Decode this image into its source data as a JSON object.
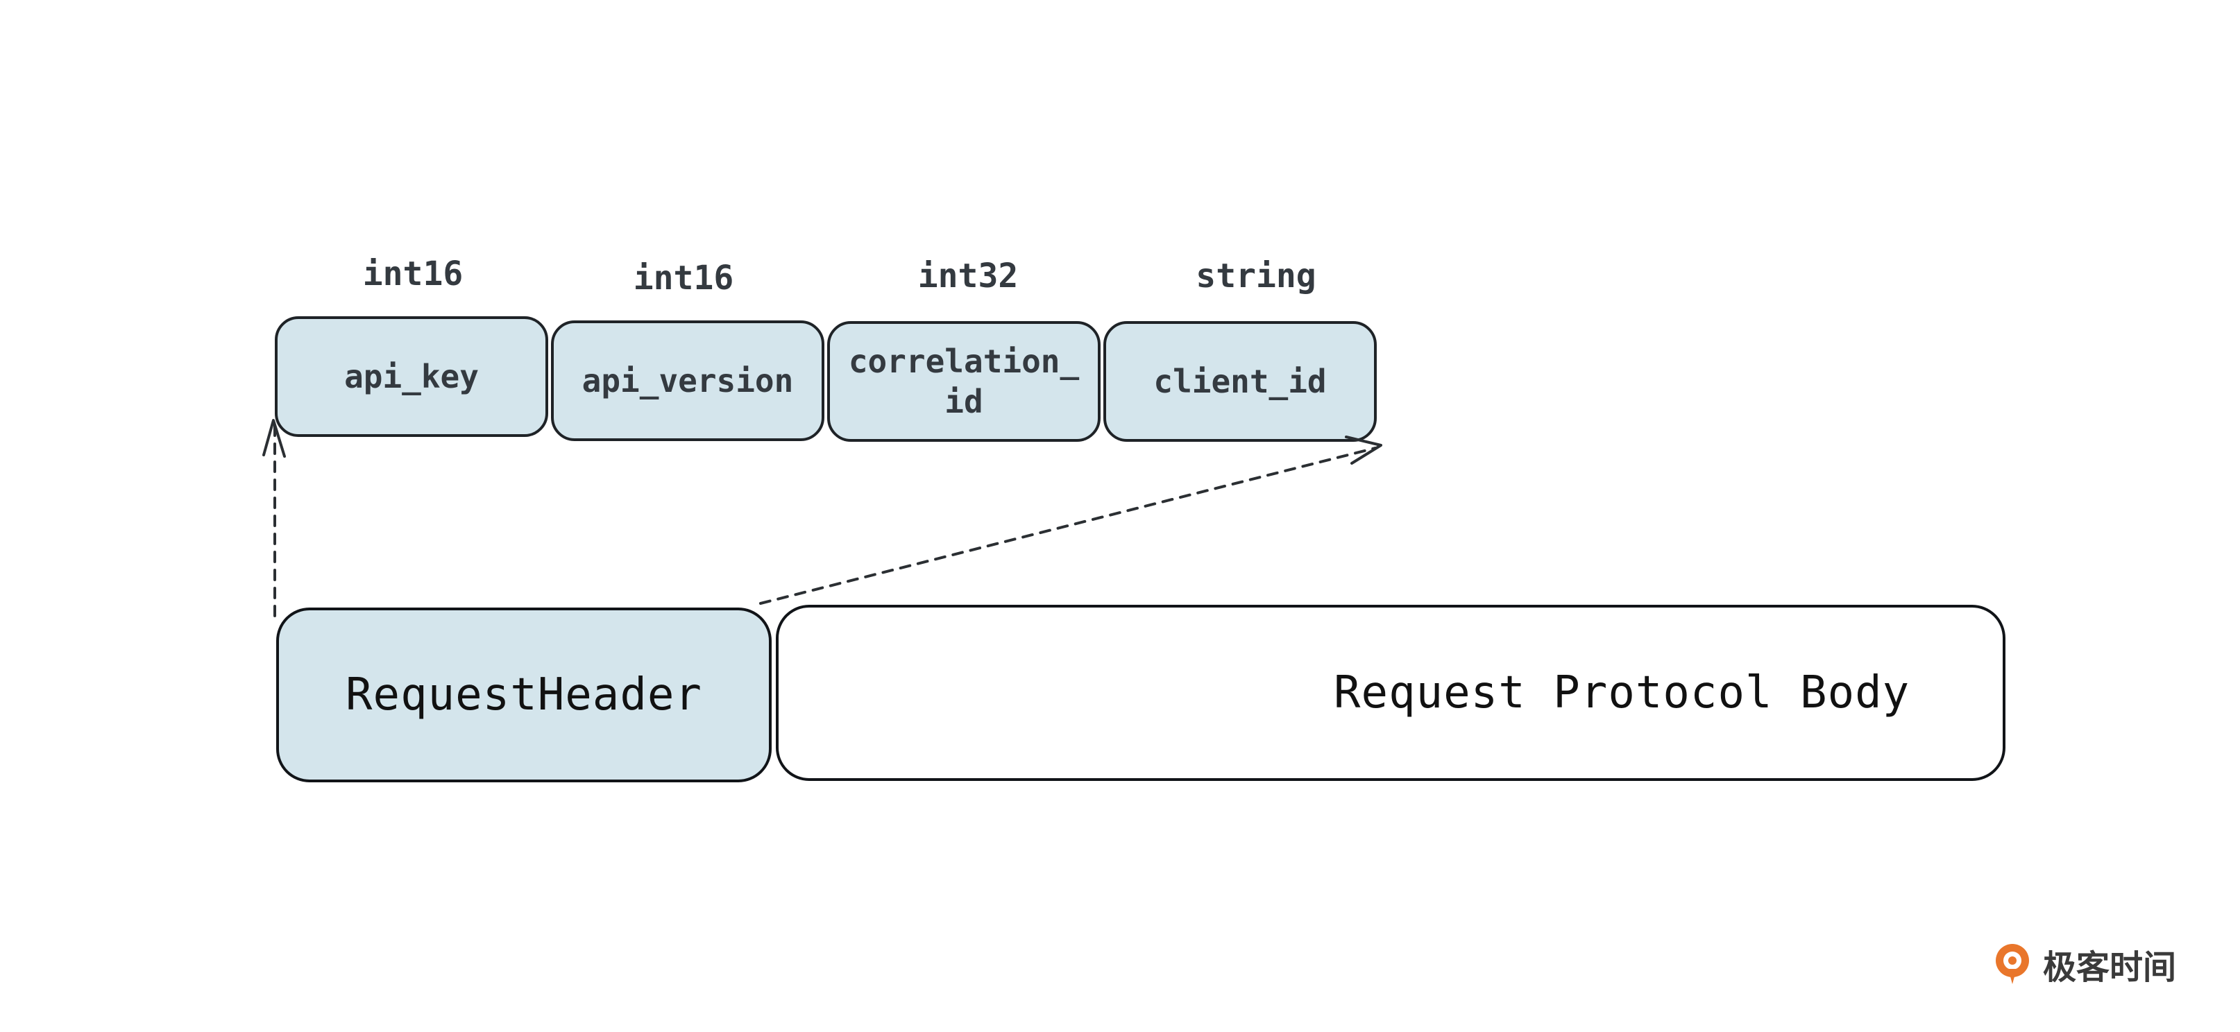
{
  "fields": [
    {
      "type": "int16",
      "name": "api_key"
    },
    {
      "type": "int16",
      "name": "api_version"
    },
    {
      "type": "int32",
      "name": "correlation_\nid"
    },
    {
      "type": "string",
      "name": "client_id"
    }
  ],
  "request_header": "RequestHeader",
  "request_body": "Request Protocol Body",
  "watermark": "极客时间",
  "colors": {
    "field_fill": "#d4e5ec",
    "stroke": "#1f2327",
    "brand_orange": "#e9762b"
  }
}
